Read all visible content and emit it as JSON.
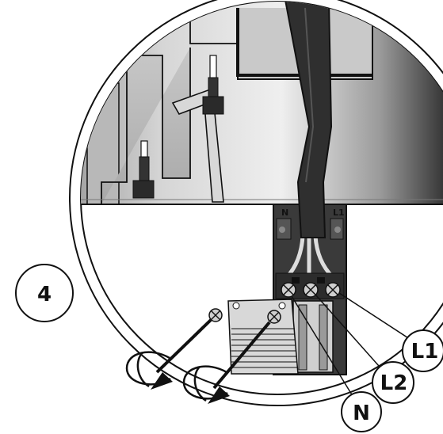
{
  "figure": {
    "step_number": "4",
    "terminal_labels": {
      "left": "N",
      "right": "L1"
    },
    "callouts": [
      {
        "id": "l1",
        "label": "L1"
      },
      {
        "id": "l2",
        "label": "L2"
      },
      {
        "id": "n",
        "label": "N"
      }
    ],
    "colors": {
      "line": "#111111",
      "panel_gray": "#b5b5b5",
      "terminal_block": "#3a3a3a",
      "cable": "#2f2f2f",
      "connector_light": "#d8d8d8"
    }
  }
}
